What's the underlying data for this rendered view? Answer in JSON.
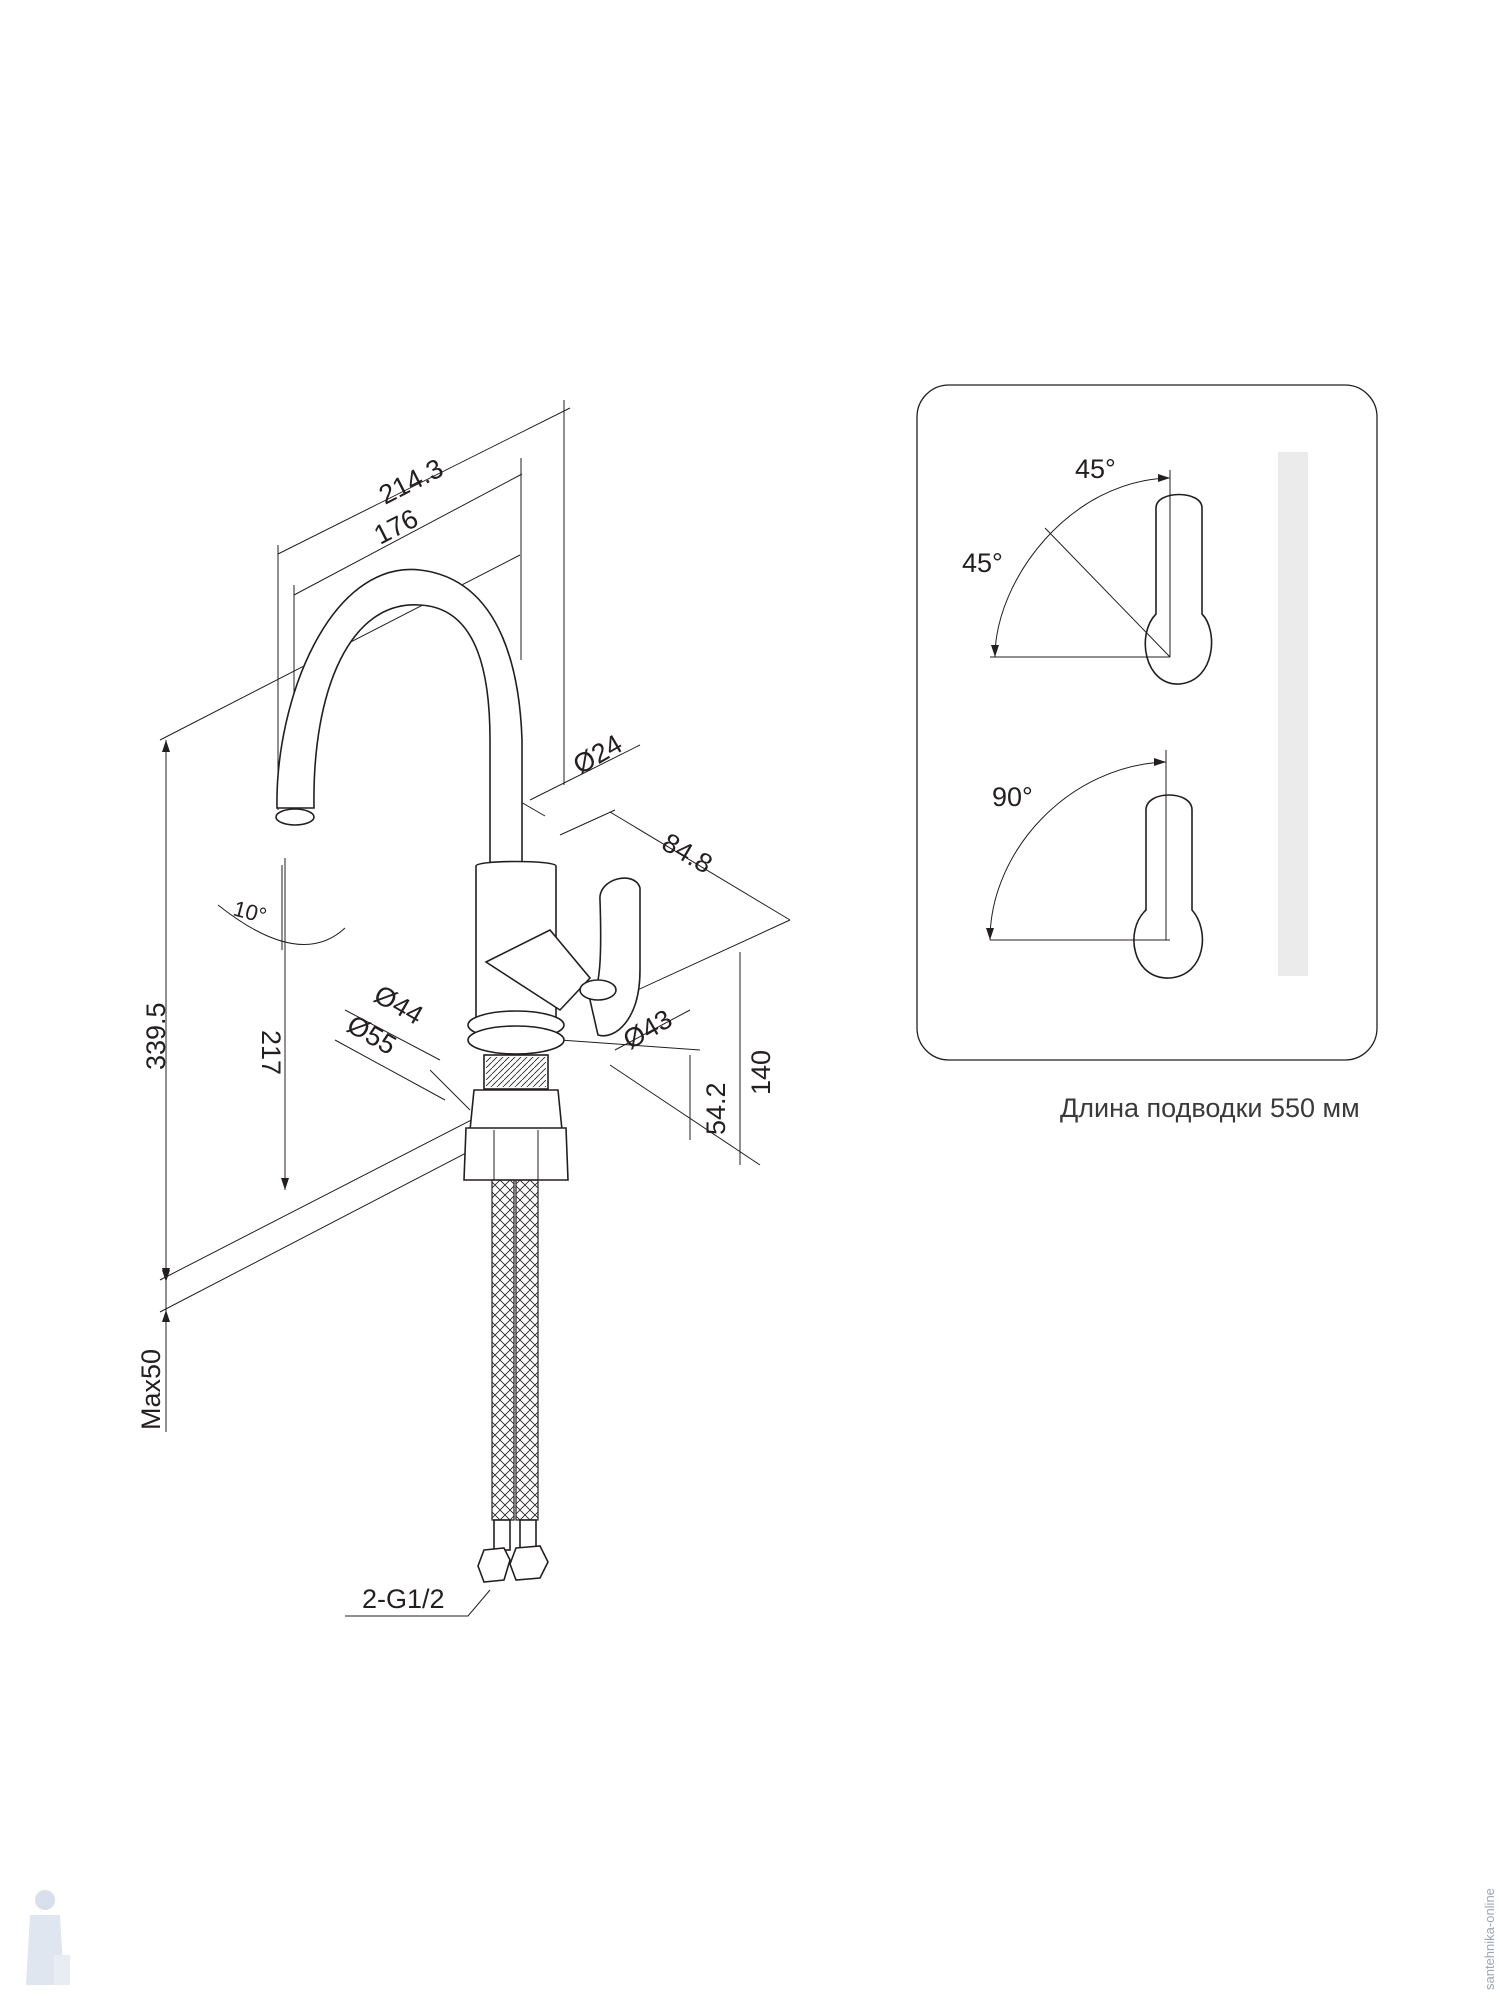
{
  "dimensions": {
    "width_total": "214.3",
    "width_spout": "176",
    "spout_diameter": "Ø24",
    "handle_depth": "84.8",
    "spout_tilt": "10°",
    "height_total": "339.5",
    "height_spout": "217",
    "base_d44": "Ø44",
    "base_d55": "Ø55",
    "body_d43": "Ø43",
    "body_height": "140",
    "base_height": "54.2",
    "max_counter": "Max50",
    "connector": "2-G1/2"
  },
  "handle_panel": {
    "angle_top_a": "45°",
    "angle_top_b": "45°",
    "angle_bottom": "90°",
    "scrollbar_color": "#ebebeb"
  },
  "note": "Длина подводки 550 мм",
  "watermark": "santehnika-online"
}
